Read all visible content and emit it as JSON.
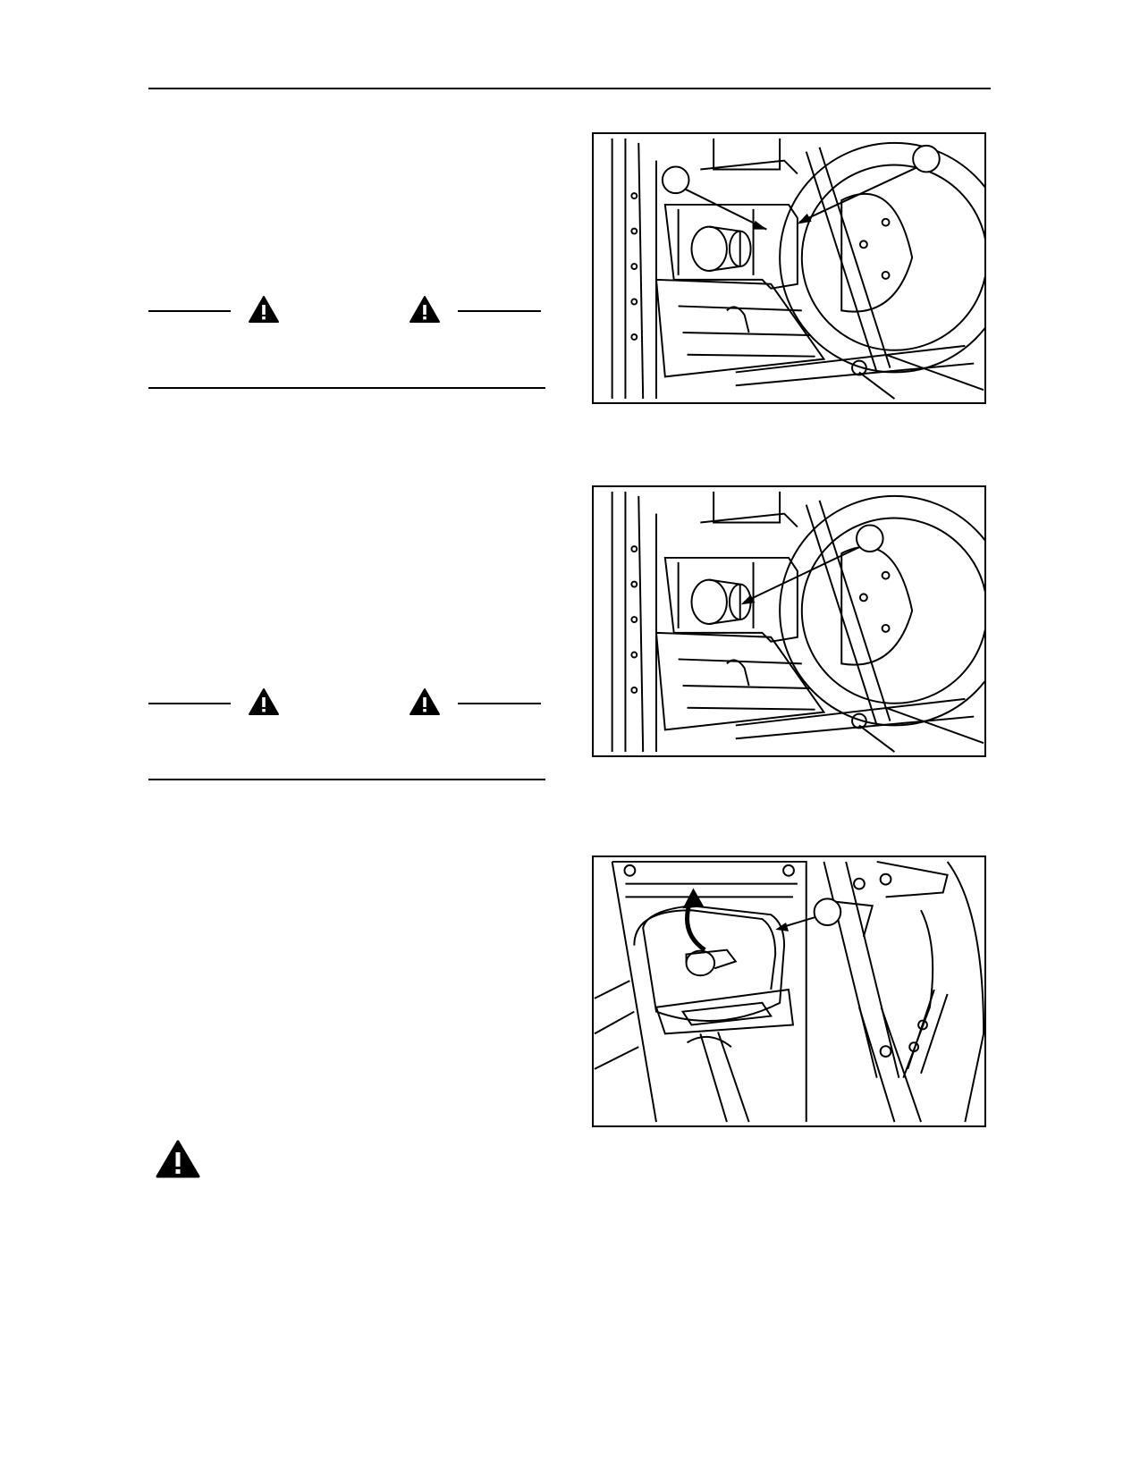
{
  "page": {
    "header_rule": true,
    "warning_blocks": [
      {
        "icon": "warning-triangle-icon"
      },
      {
        "icon": "warning-triangle-icon"
      }
    ],
    "footer_warning": {
      "icon": "warning-triangle-icon"
    }
  },
  "figures": [
    {
      "name": "figure-pto-guard-callouts",
      "callouts": 2
    },
    {
      "name": "figure-pto-shaft-callout",
      "callouts": 1
    },
    {
      "name": "figure-pto-cover-rotate",
      "callouts": 1
    }
  ],
  "colors": {
    "ink": "#000000",
    "paper": "#ffffff"
  }
}
